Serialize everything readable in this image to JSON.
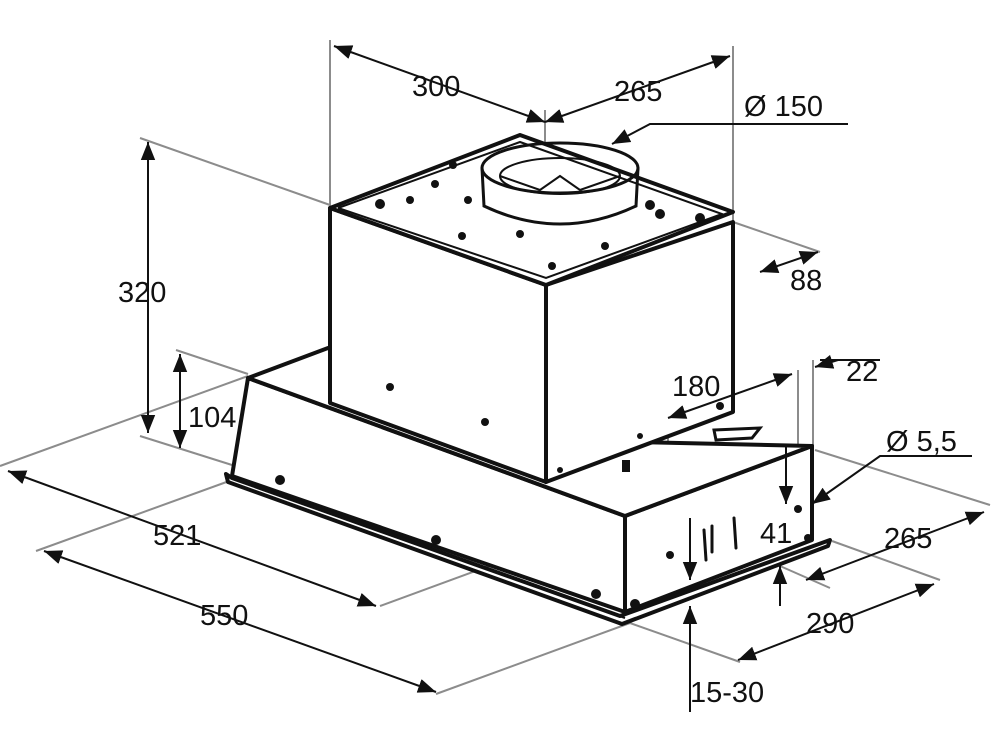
{
  "dimensions": {
    "housing_top_width": "300",
    "housing_top_depth": "265",
    "duct_diameter": "Ø 150",
    "duct_offset": "88",
    "overall_height": "320",
    "base_height": "104",
    "width_521": "521",
    "width_550": "550",
    "depth_180": "180",
    "offset_22": "22",
    "hole_diameter": "Ø 5,5",
    "hole_offset_41": "41",
    "depth_265": "265",
    "depth_290": "290",
    "flange_15_30": "15-30"
  }
}
